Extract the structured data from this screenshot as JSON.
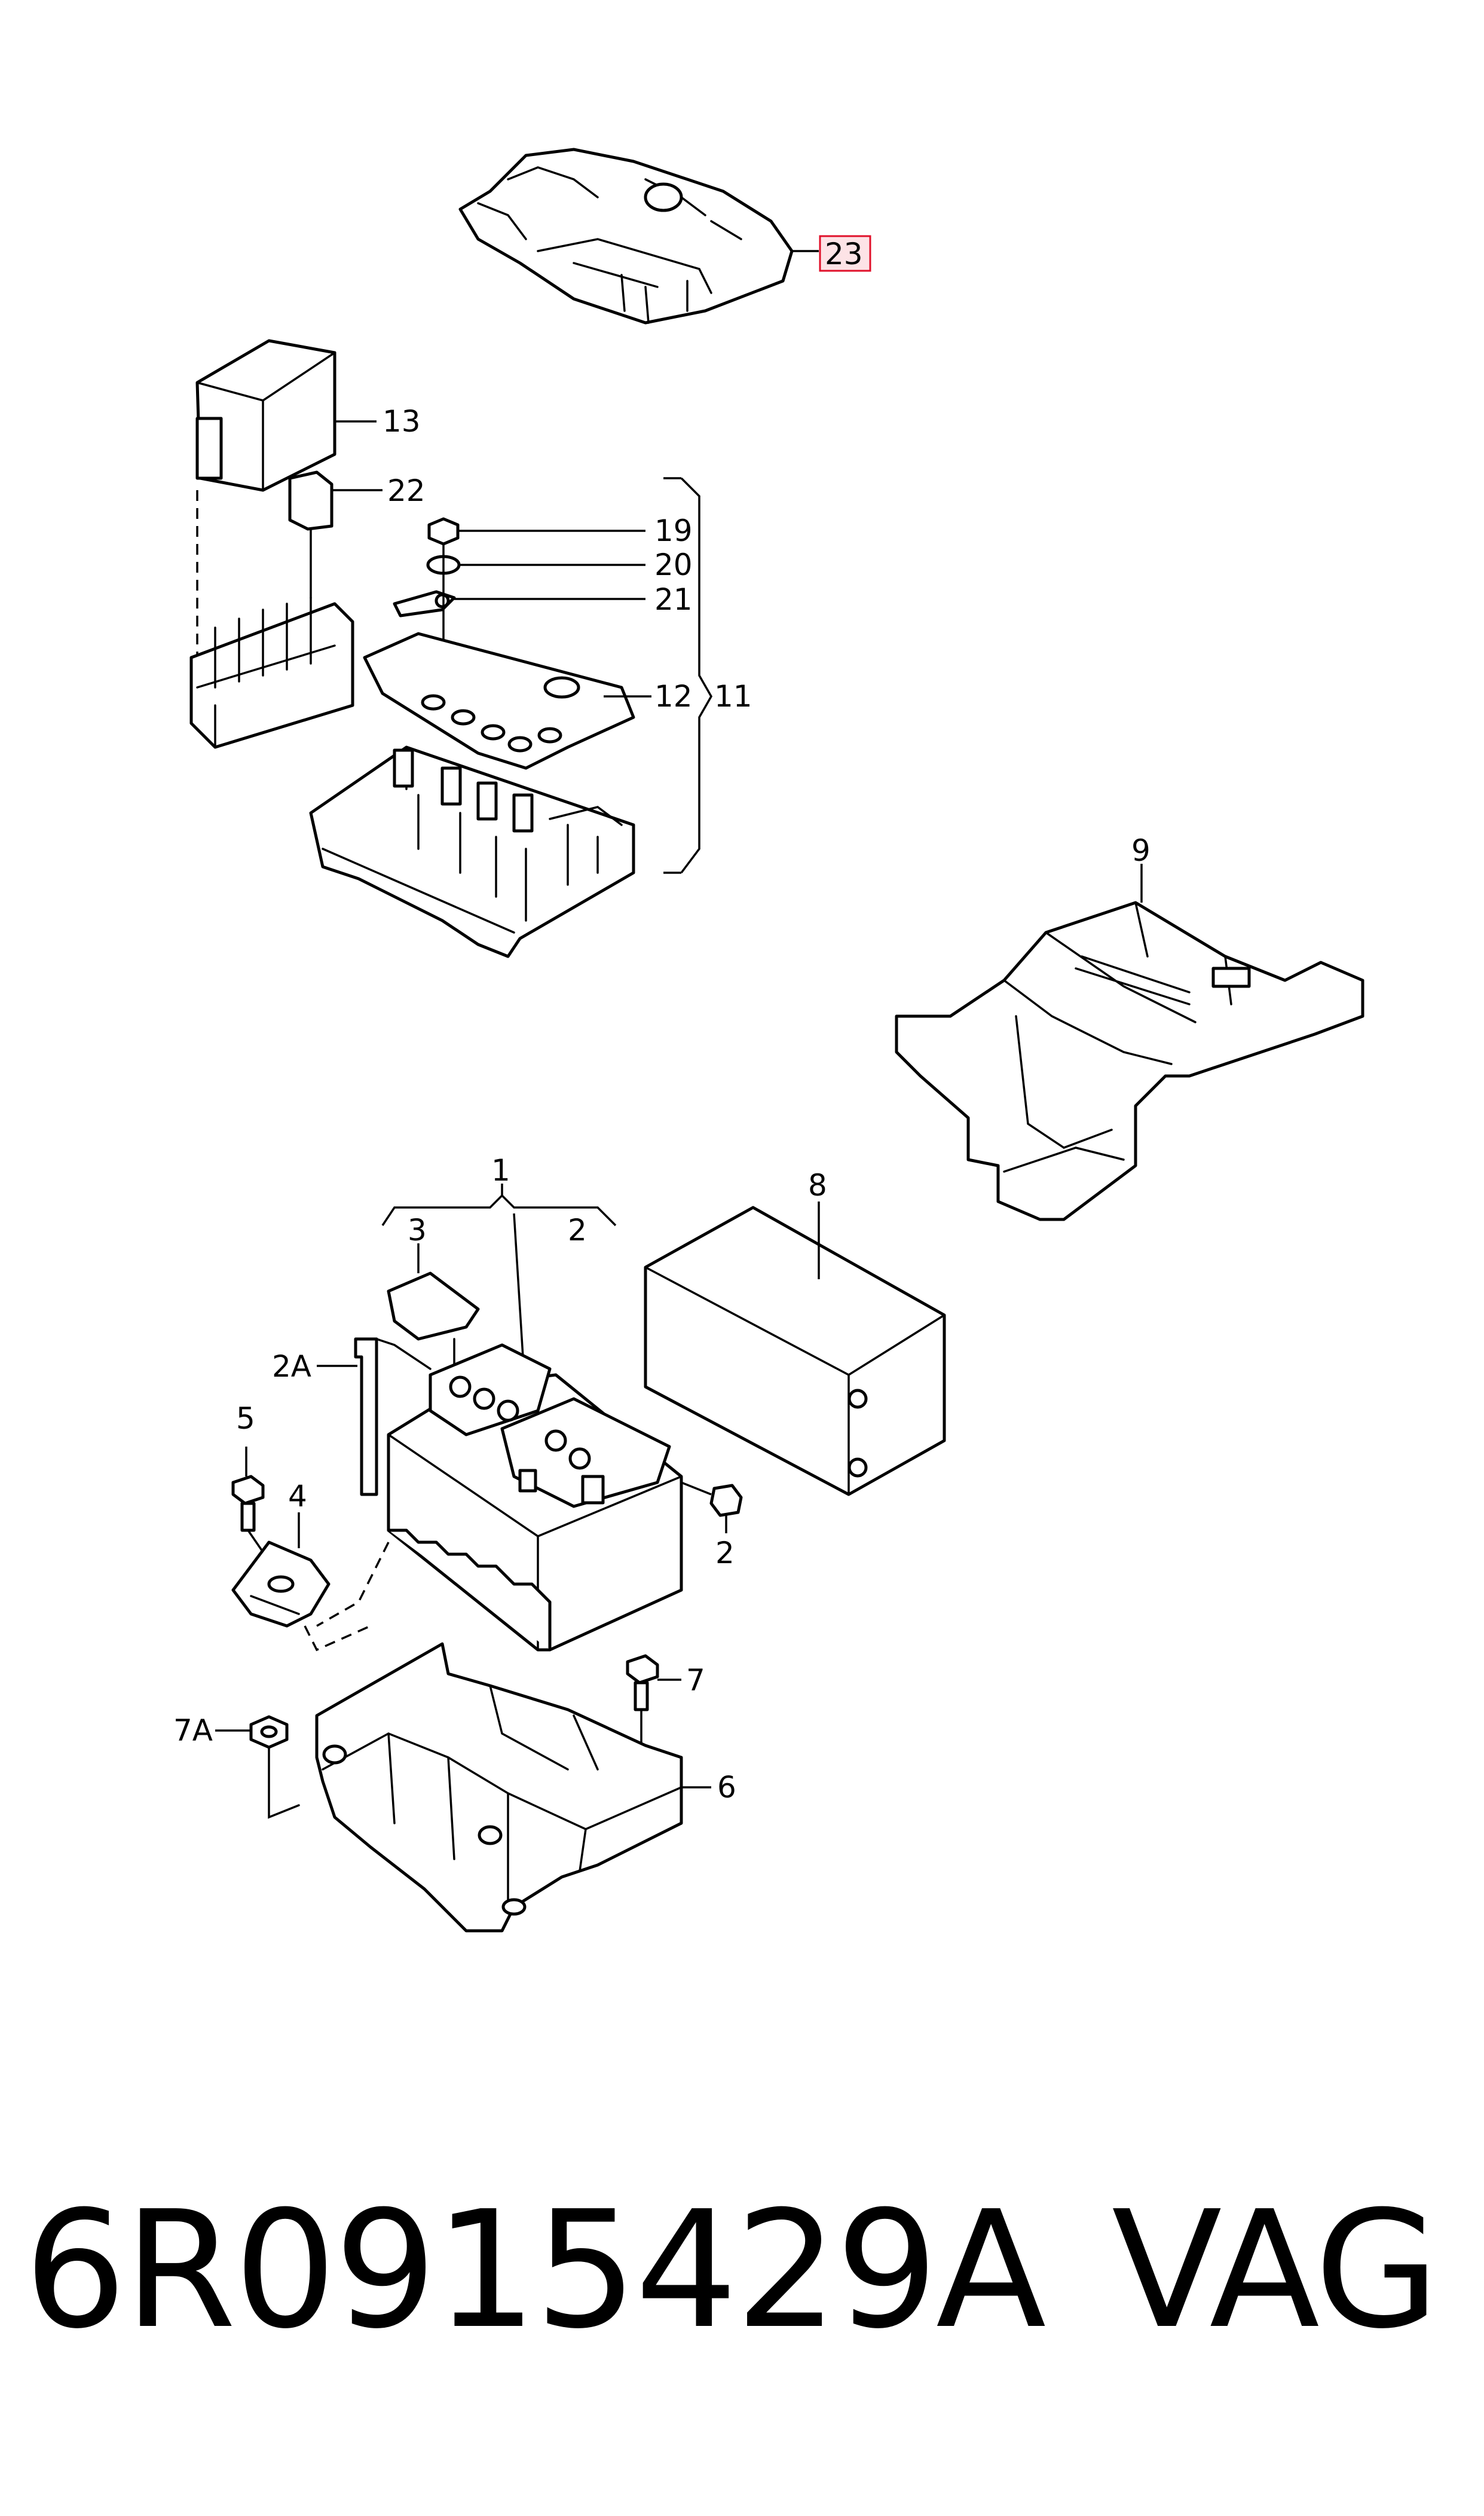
{
  "labels": {
    "l1": "1",
    "l2a": "2",
    "l2b": "2",
    "l2A": "2A",
    "l3": "3",
    "l4": "4",
    "l5": "5",
    "l6": "6",
    "l7": "7",
    "l7A": "7A",
    "l8": "8",
    "l9": "9",
    "l11": "11",
    "l12": "12",
    "l13": "13",
    "l19": "19",
    "l20": "20",
    "l21": "21",
    "l22": "22",
    "l23": "23"
  },
  "highlight": {
    "color": "#e0102a",
    "fill": "#fde3e6"
  },
  "footer": {
    "part_number": "6R0915429A",
    "brand": "VAG"
  }
}
